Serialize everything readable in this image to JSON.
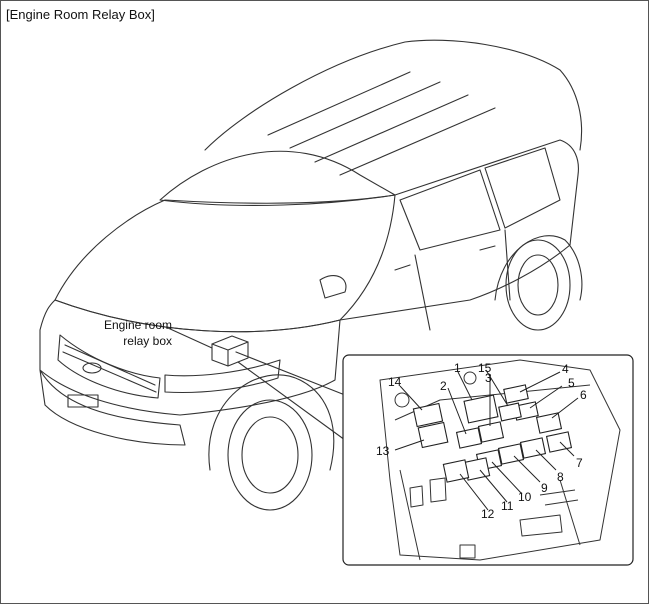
{
  "title": "[Engine Room Relay Box]",
  "callout": {
    "line1": "Engine room",
    "line2": "relay box"
  },
  "relay_numbers": [
    "1",
    "2",
    "3",
    "4",
    "5",
    "6",
    "7",
    "8",
    "9",
    "10",
    "11",
    "12",
    "13",
    "14",
    "15"
  ]
}
